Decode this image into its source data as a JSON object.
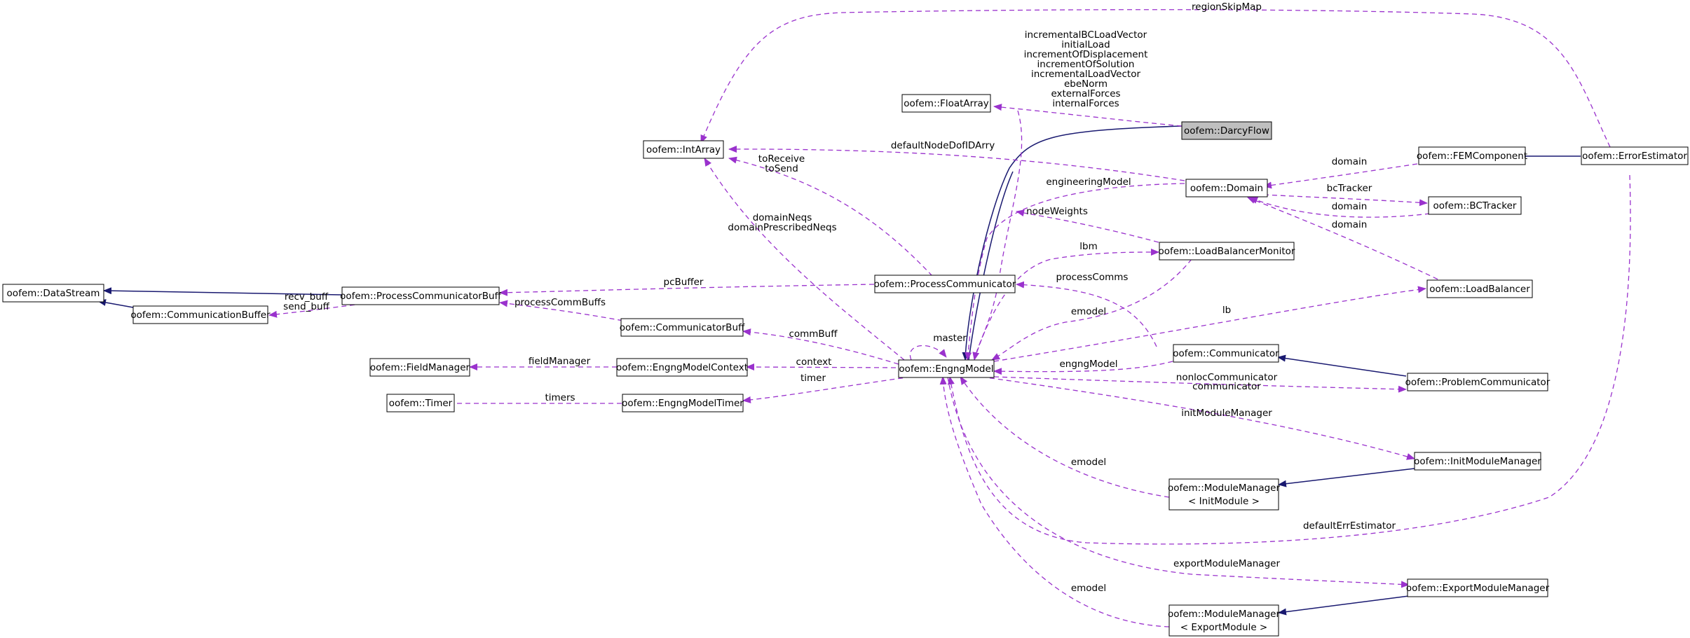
{
  "colors": {
    "inheritance": "#191970",
    "usage": "#9a32cd",
    "node_border": "#000000",
    "node_fill": "#ffffff",
    "focus_fill": "#bfbfbf"
  },
  "nodes": [
    {
      "id": "darcyflow",
      "label": "oofem::DarcyFlow",
      "focus": true
    },
    {
      "id": "enggmodel",
      "label": "oofem::EngngModel"
    },
    {
      "id": "floatarray",
      "label": "oofem::FloatArray"
    },
    {
      "id": "intarray",
      "label": "oofem::IntArray"
    },
    {
      "id": "domain",
      "label": "oofem::Domain"
    },
    {
      "id": "femcomponent",
      "label": "oofem::FEMComponent"
    },
    {
      "id": "errorestimator",
      "label": "oofem::ErrorEstimator"
    },
    {
      "id": "bctracker",
      "label": "oofem::BCTracker"
    },
    {
      "id": "loadbalancermonitor",
      "label": "oofem::LoadBalancerMonitor"
    },
    {
      "id": "loadbalancer",
      "label": "oofem::LoadBalancer"
    },
    {
      "id": "processcommunicator",
      "label": "oofem::ProcessCommunicator"
    },
    {
      "id": "processcommunicatorbuff",
      "label": "oofem::ProcessCommunicatorBuff"
    },
    {
      "id": "datastream",
      "label": "oofem::DataStream"
    },
    {
      "id": "communicationbuffer",
      "label": "oofem::CommunicationBuffer"
    },
    {
      "id": "communicatorbuff",
      "label": "oofem::CommunicatorBuff"
    },
    {
      "id": "fieldmanager",
      "label": "oofem::FieldManager"
    },
    {
      "id": "enggmodelcontext",
      "label": "oofem::EngngModelContext"
    },
    {
      "id": "timer",
      "label": "oofem::Timer"
    },
    {
      "id": "enggmodeltimer",
      "label": "oofem::EngngModelTimer"
    },
    {
      "id": "communicator",
      "label": "oofem::Communicator"
    },
    {
      "id": "problemcommunicator",
      "label": "oofem::ProblemCommunicator"
    },
    {
      "id": "initmodulemanager",
      "label": "oofem::InitModuleManager"
    },
    {
      "id": "modulemanager_init",
      "label": "oofem::ModuleManager",
      "label2": "< InitModule >"
    },
    {
      "id": "exportmodulemanager",
      "label": "oofem::ExportModuleManager"
    },
    {
      "id": "modulemanager_export",
      "label": "oofem::ModuleManager",
      "label2": "< ExportModule >"
    }
  ],
  "edge_labels": {
    "floatarray_members": [
      "incrementalBCLoadVector",
      "initialLoad",
      "incrementOfDisplacement",
      "incrementOfSolution",
      "incrementalLoadVector",
      "ebeNorm",
      "externalForces",
      "internalForces"
    ],
    "region_skip_map": "regionSkipMap",
    "default_node_dof_id_arry": "defaultNodeDofIDArry",
    "to_receive_send": [
      "toReceive",
      "toSend"
    ],
    "domain_neqs": [
      "domainNeqs",
      "domainPrescribedNeqs"
    ],
    "domain_from_femcomponent": "domain",
    "bc_tracker": "bcTracker",
    "domain_from_bctracker": "domain",
    "domain_from_loadbalancer": "domain",
    "engineering_model": "engineeringModel",
    "node_weights": "nodeWeights",
    "lbm": "lbm",
    "pc_buffer": "pcBuffer",
    "recv_send_buff": [
      "recv_buff",
      "send_buff"
    ],
    "process_comm_buffs": "processCommBuffs",
    "process_comms": "processComms",
    "emodel_lbm": "emodel",
    "lb": "lb",
    "comm_buff": "commBuff",
    "master": "master",
    "field_manager": "fieldManager",
    "context": "context",
    "timers": "timers",
    "timer": "timer",
    "engng_model": "engngModel",
    "nonloc_communicator": [
      "nonlocCommunicator",
      "communicator"
    ],
    "init_module_manager": "initModuleManager",
    "emodel_init": "emodel",
    "default_err_estimator": "defaultErrEstimator",
    "export_module_manager": "exportModuleManager",
    "emodel_export": "emodel"
  }
}
